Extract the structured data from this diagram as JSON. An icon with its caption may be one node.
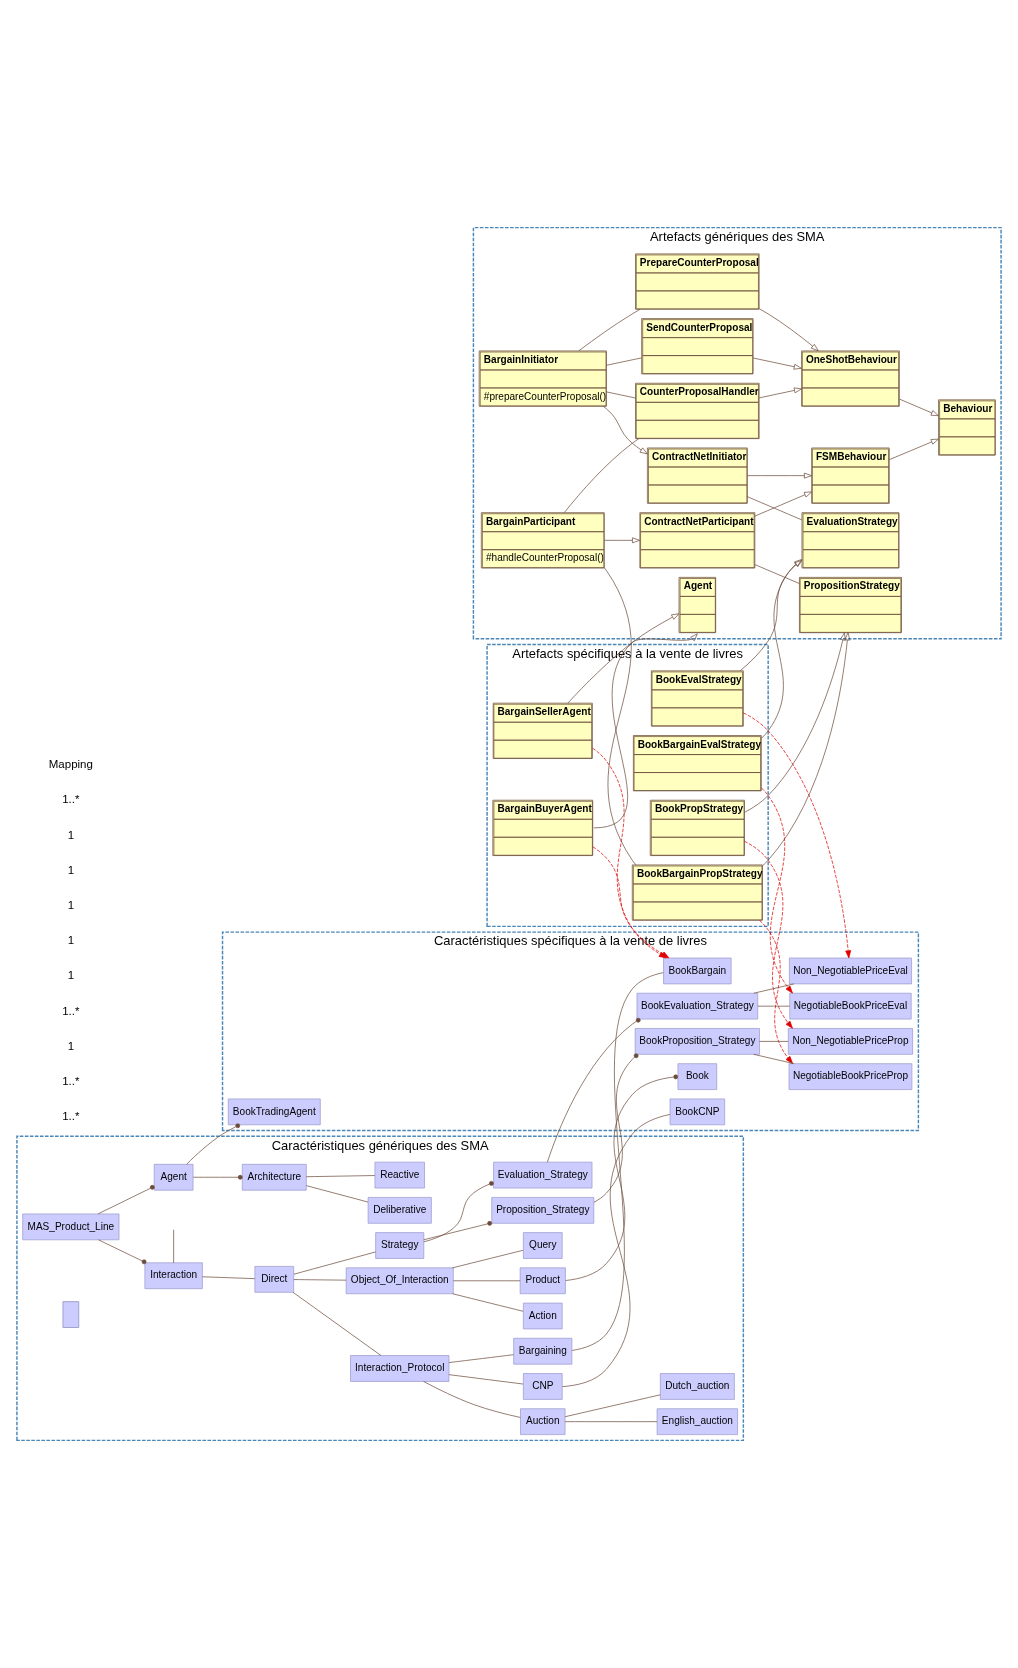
{
  "diagram": {
    "nodes": [
      {
        "text": [
          "Artefacts génériques des SMA"
        ]
      },
      {
        "text": [
          "Behaviour"
        ],
        "in": 0
      },
      {
        "text": [
          "Agent"
        ],
        "in": 0
      },
      {
        "text": [
          "FSMBehaviour"
        ],
        "in": 0
      },
      {
        "text": [
          "OneShotBehaviour"
        ],
        "in": 0
      },
      {
        "text": [
          "ContractNetInitiator"
        ],
        "in": 0
      },
      {
        "text": [
          "ContractNetParticipant"
        ],
        "in": 0
      },
      {
        "text": [
          "BargainInitiator",
          "#prepareCounterProposal()"
        ],
        "in": 0
      },
      {
        "text": [
          "BargainParticipant",
          "#handleCounterProposal()"
        ],
        "in": 0
      },
      {
        "text": [
          "EvaluationStrategy"
        ],
        "in": 0
      },
      {
        "text": [
          "PropositionStrategy"
        ],
        "in": 0
      },
      {
        "text": [
          "SendCounterProposal"
        ],
        "in": 0
      },
      {
        "text": [
          "PrepareCounterProposal"
        ],
        "in": 0
      },
      {
        "text": [
          "CounterProposalHandler"
        ],
        "in": 0
      },
      {
        "text": [
          "Artefacts spécifiques à la vente de livres"
        ]
      },
      {
        "text": [
          "BargainSellerAgent"
        ],
        "in": 14
      },
      {
        "text": [
          "BargainBuyerAgent"
        ],
        "in": 14
      },
      {
        "text": [
          "BookPropStrategy"
        ],
        "in": 14
      },
      {
        "text": [
          "BookEvalStrategy"
        ],
        "in": 14
      },
      {
        "text": [
          "BookBargainEvalStrategy"
        ],
        "in": 14
      },
      {
        "text": [
          "BookBargainPropStrategy"
        ],
        "in": 14
      },
      {
        "text": [
          "Caractéristiques génériques des SMA"
        ]
      },
      {
        "text": [
          "MAS_Product_Line"
        ],
        "in": 21
      },
      {
        "text": [
          "Agent"
        ],
        "in": 21
      },
      {
        "text": [
          "Interaction"
        ],
        "in": 21
      },
      {
        "text": [
          "Architecture"
        ],
        "in": 21
      },
      {
        "text": [
          "Deliberative"
        ],
        "in": 21
      },
      {
        "text": [
          "Reactive"
        ],
        "in": 21
      },
      {
        "text": [
          "Direct"
        ],
        "in": 21
      },
      {
        "text": [
          "Interaction_Protocol"
        ],
        "in": 21
      },
      {
        "text": [
          "CNP"
        ],
        "in": 21
      },
      {
        "text": [
          "Auction"
        ],
        "in": 21
      },
      {
        "text": [
          "English_auction"
        ],
        "in": 21
      },
      {
        "text": [
          "Dutch_auction"
        ],
        "in": 21
      },
      {
        "text": [
          "Bargaining"
        ],
        "in": 21
      },
      {
        "text": [
          "Strategy"
        ],
        "in": 21
      },
      {
        "text": [
          "Evaluation_Strategy"
        ],
        "in": 21
      },
      {
        "text": [
          "Proposition_Strategy"
        ],
        "in": 21
      },
      {
        "text": [
          "Object_Of_Interaction"
        ],
        "in": 21
      },
      {
        "text": [
          "Action"
        ],
        "in": 21
      },
      {
        "text": [
          "Product"
        ],
        "in": 21
      },
      {
        "text": [
          "Query"
        ],
        "in": 21
      },
      {
        "text": [],
        "shape": "box",
        "in": 21
      },
      {
        "text": [
          "Caractéristiques spécifiques à la vente de livres"
        ]
      },
      {
        "text": [
          "BookTradingAgent"
        ],
        "in": 43
      },
      {
        "text": [
          "BookCNP"
        ],
        "in": 43
      },
      {
        "text": [
          "BookBargain"
        ],
        "in": 43
      },
      {
        "text": [
          "BookEvaluation_Strategy"
        ],
        "in": 43
      },
      {
        "text": [
          "NegotiableBookPriceEval"
        ],
        "in": 43
      },
      {
        "text": [
          "Non_NegotiablePriceEval"
        ],
        "in": 43
      },
      {
        "text": [
          "BookProposition_Strategy"
        ],
        "in": 43
      },
      {
        "text": [
          "NegotiableBookPriceProp"
        ],
        "in": 43
      },
      {
        "text": [
          "Non_NegotiablePriceProp"
        ],
        "in": 43
      },
      {
        "text": [
          "Book"
        ],
        "in": 43
      }
    ],
    "edges": [
      {
        "from": 3,
        "to": 1,
        "arrow": "to"
      },
      {
        "from": 4,
        "to": 1,
        "arrow": "to"
      },
      {
        "from": 5,
        "to": 3,
        "arrow": "to"
      },
      {
        "from": 6,
        "to": 3,
        "arrow": "to"
      },
      {
        "from": 7,
        "to": 5,
        "arrow": "to"
      },
      {
        "from": 8,
        "to": 6,
        "arrow": "to"
      },
      {
        "from": 11,
        "to": 4,
        "arrow": "to"
      },
      {
        "from": 12,
        "to": 4,
        "arrow": "to"
      },
      {
        "from": 13,
        "to": 4,
        "arrow": "to"
      },
      {
        "from": 15,
        "to": 2,
        "arrow": "to"
      },
      {
        "from": 16,
        "to": 2,
        "arrow": "to"
      },
      {
        "from": 17,
        "to": 10,
        "arrow": "to"
      },
      {
        "from": 20,
        "to": 10,
        "arrow": "to"
      },
      {
        "from": 18,
        "to": 9,
        "arrow": "to"
      },
      {
        "from": 19,
        "to": 9,
        "arrow": "to"
      },
      {
        "from": 6,
        "to": 10,
        "arrow": "none"
      },
      {
        "from": 5,
        "to": 9,
        "arrow": "none"
      },
      {
        "from": 7,
        "to": 11,
        "arrow": "none"
      },
      {
        "from": 7,
        "to": 12,
        "arrow": "none"
      },
      {
        "from": 8,
        "to": 13,
        "arrow": "none"
      },
      {
        "from": 7,
        "to": 13,
        "arrow": "none"
      },
      {
        "from": 8,
        "to": 20,
        "arrow": "none"
      },
      {
        "from": 22,
        "to": 23,
        "arrow": "other"
      },
      {
        "from": 22,
        "to": 24,
        "arrow": "other"
      },
      {
        "from": 24,
        "to": null,
        "arrow": "none"
      },
      {
        "from": 23,
        "to": 25,
        "arrow": "other"
      },
      {
        "from": 25,
        "to": 26,
        "arrow": "none"
      },
      {
        "from": 25,
        "to": 27,
        "arrow": "none"
      },
      {
        "from": 24,
        "to": 28,
        "arrow": "none"
      },
      {
        "from": 28,
        "to": 29,
        "arrow": "none"
      },
      {
        "from": 28,
        "to": 35,
        "arrow": "none"
      },
      {
        "from": 28,
        "to": 38,
        "arrow": "none"
      },
      {
        "from": 29,
        "to": 30,
        "arrow": "none"
      },
      {
        "from": 29,
        "to": 31,
        "arrow": "none"
      },
      {
        "from": 29,
        "to": 34,
        "arrow": "none"
      },
      {
        "from": 31,
        "to": 32,
        "arrow": "none"
      },
      {
        "from": 31,
        "to": 33,
        "arrow": "none"
      },
      {
        "from": 35,
        "to": 36,
        "arrow": "other"
      },
      {
        "from": 35,
        "to": 37,
        "arrow": "other"
      },
      {
        "from": 38,
        "to": 39,
        "arrow": "none"
      },
      {
        "from": 38,
        "to": 40,
        "arrow": "none"
      },
      {
        "from": 38,
        "to": 41,
        "arrow": "none"
      },
      {
        "from": 23,
        "to": 44,
        "arrow": "other"
      },
      {
        "from": 30,
        "to": 45,
        "arrow": "none"
      },
      {
        "from": 34,
        "to": 46,
        "arrow": "none"
      },
      {
        "from": 36,
        "to": 47,
        "arrow": "other"
      },
      {
        "from": 37,
        "to": 50,
        "arrow": "other"
      },
      {
        "from": 40,
        "to": 53,
        "arrow": "other"
      },
      {
        "from": 47,
        "to": 48,
        "arrow": "none"
      },
      {
        "from": 47,
        "to": 49,
        "arrow": "none"
      },
      {
        "from": 50,
        "to": 51,
        "arrow": "none"
      },
      {
        "from": 50,
        "to": 52,
        "arrow": "none"
      },
      {
        "from": 17,
        "to": 52,
        "arrow": "to",
        "style": "dashed",
        "color": "#e00000"
      },
      {
        "from": 20,
        "to": 51,
        "arrow": "to",
        "style": "dashed",
        "color": "#e00000"
      },
      {
        "from": 18,
        "to": 49,
        "arrow": "to",
        "style": "dashed",
        "color": "#e00000"
      },
      {
        "from": 19,
        "to": 48,
        "arrow": "to",
        "style": "dashed",
        "color": "#e00000"
      },
      {
        "from": 16,
        "to": 46,
        "arrow": "to",
        "style": "dashed",
        "color": "#e00000"
      },
      {
        "from": 15,
        "to": 46,
        "arrow": "to",
        "style": "dashed",
        "color": "#e00000"
      }
    ],
    "labels": [
      "1..*",
      "1..*",
      "1",
      "1..*",
      "1",
      "1",
      "1",
      "1",
      "1",
      "1..*",
      "Mapping"
    ]
  }
}
